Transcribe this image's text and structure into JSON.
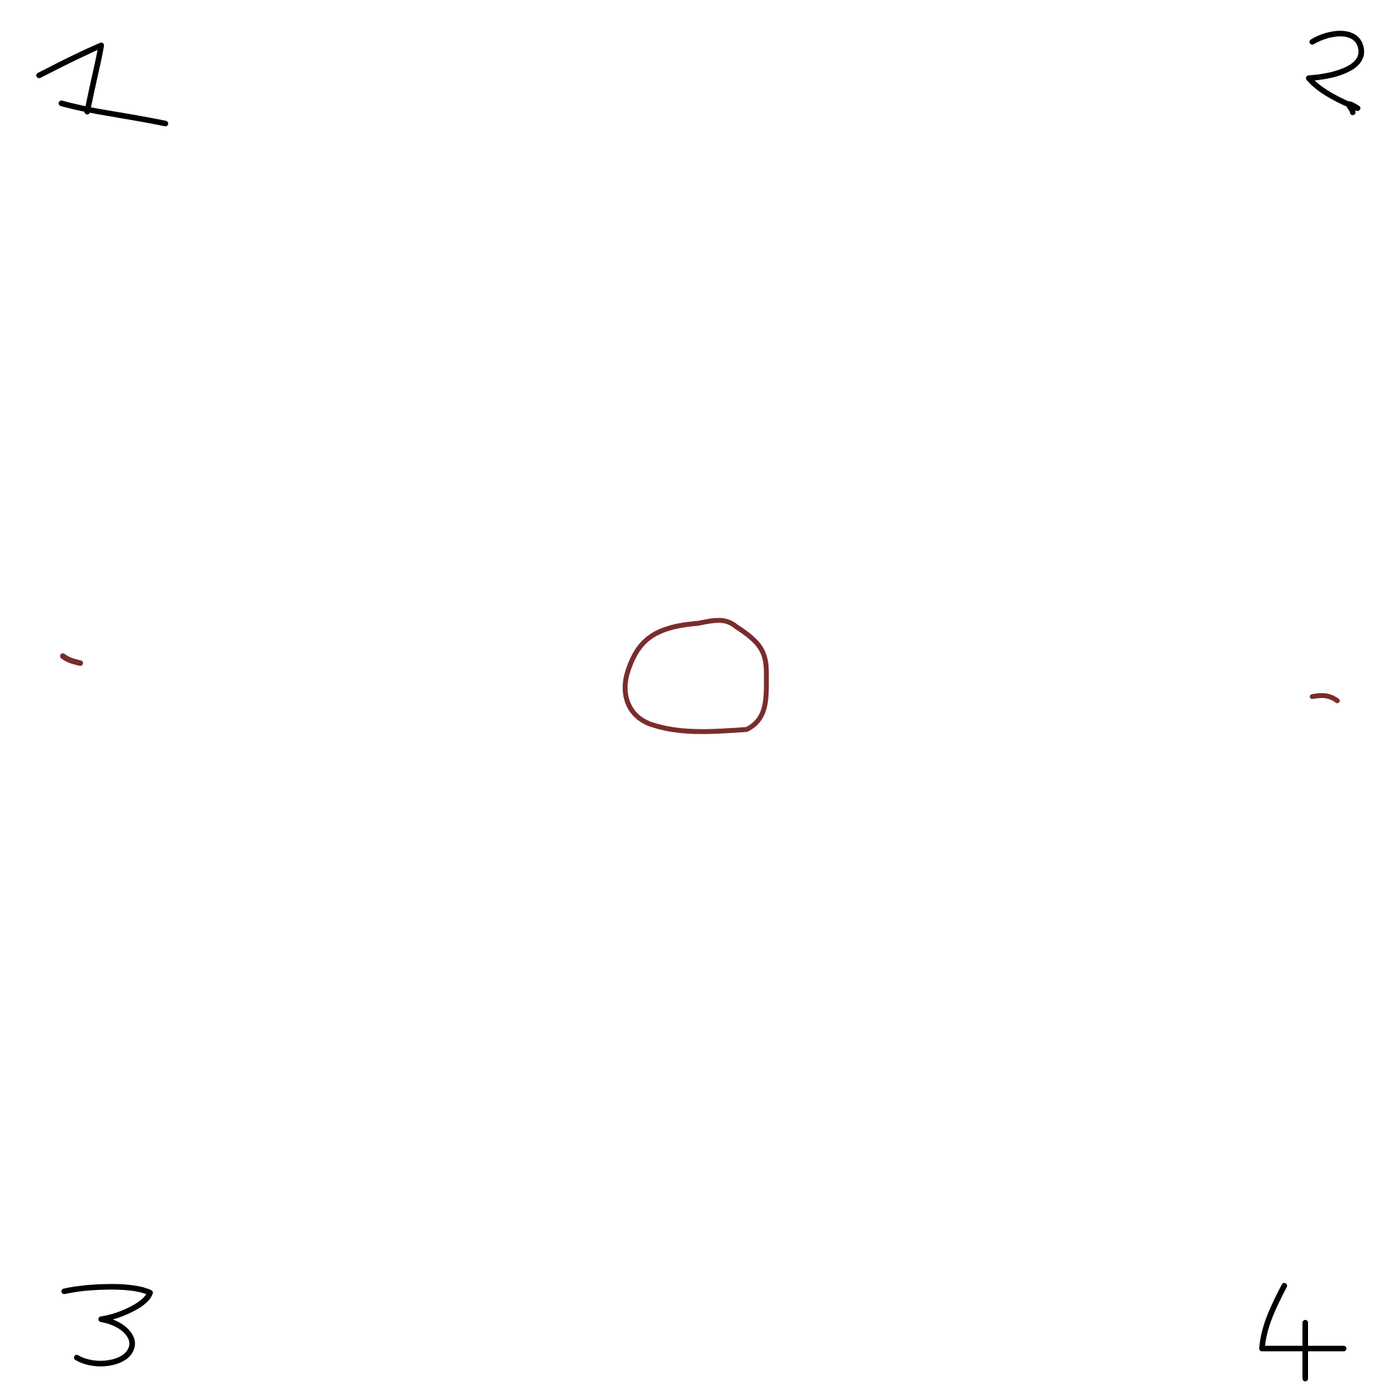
{
  "sketch": {
    "background": "#ffffff",
    "ink_color": "#000000",
    "accent_color": "#7a2c2c",
    "corner_labels": [
      {
        "id": "1",
        "text": "1"
      },
      {
        "id": "2",
        "text": "2"
      },
      {
        "id": "3",
        "text": "3"
      },
      {
        "id": "4",
        "text": "4"
      }
    ],
    "center_marker": {
      "shape": "circle"
    },
    "side_marks": [
      {
        "side": "left",
        "shape": "dot"
      },
      {
        "side": "right",
        "shape": "dash"
      }
    ]
  }
}
